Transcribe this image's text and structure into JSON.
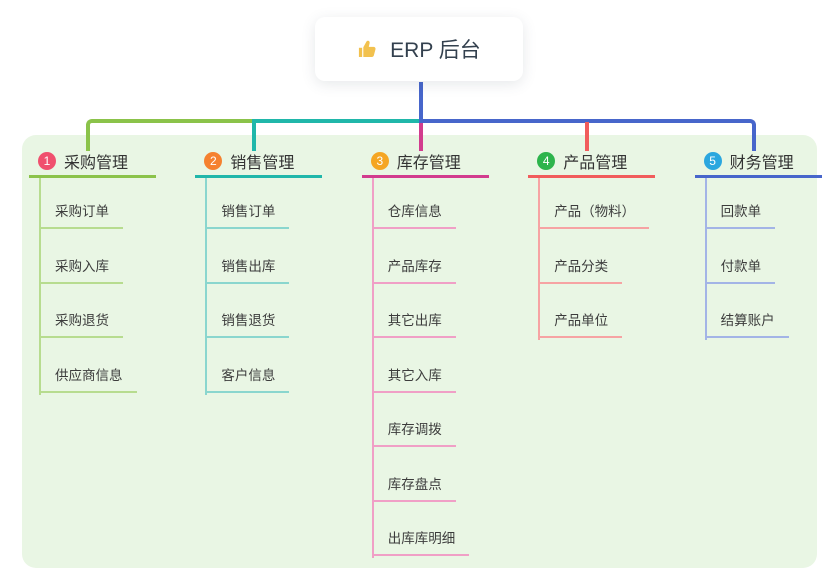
{
  "root": {
    "label": "ERP 后台",
    "icon": "thumbs-up-icon",
    "icon_color": "#f2c14e",
    "connector_color": "#4766cb"
  },
  "panel": {
    "background": "#e9f6e4"
  },
  "branches": [
    {
      "number": "1",
      "label": "采购管理",
      "badge_color": "#f0506e",
      "line_color": "#8bc34a",
      "light_color": "#b7dc8f",
      "items": [
        "采购订单",
        "采购入库",
        "采购退货",
        "供应商信息"
      ]
    },
    {
      "number": "2",
      "label": "销售管理",
      "badge_color": "#f5812f",
      "line_color": "#20b7aa",
      "light_color": "#8ad6ce",
      "items": [
        "销售订单",
        "销售出库",
        "销售退货",
        "客户信息"
      ]
    },
    {
      "number": "3",
      "label": "库存管理",
      "badge_color": "#f5a623",
      "line_color": "#d23c8e",
      "light_color": "#f09fc6",
      "items": [
        "仓库信息",
        "产品库存",
        "其它出库",
        "其它入库",
        "库存调拨",
        "库存盘点",
        "出库库明细"
      ]
    },
    {
      "number": "4",
      "label": "产品管理",
      "badge_color": "#2db44c",
      "line_color": "#f15c5c",
      "light_color": "#f6a3a3",
      "items": [
        "产品（物料）",
        "产品分类",
        "产品单位"
      ]
    },
    {
      "number": "5",
      "label": "财务管理",
      "badge_color": "#2ba7df",
      "line_color": "#4766cb",
      "light_color": "#a3b4e6",
      "items": [
        "回款单",
        "付款单",
        "结算账户"
      ]
    }
  ]
}
